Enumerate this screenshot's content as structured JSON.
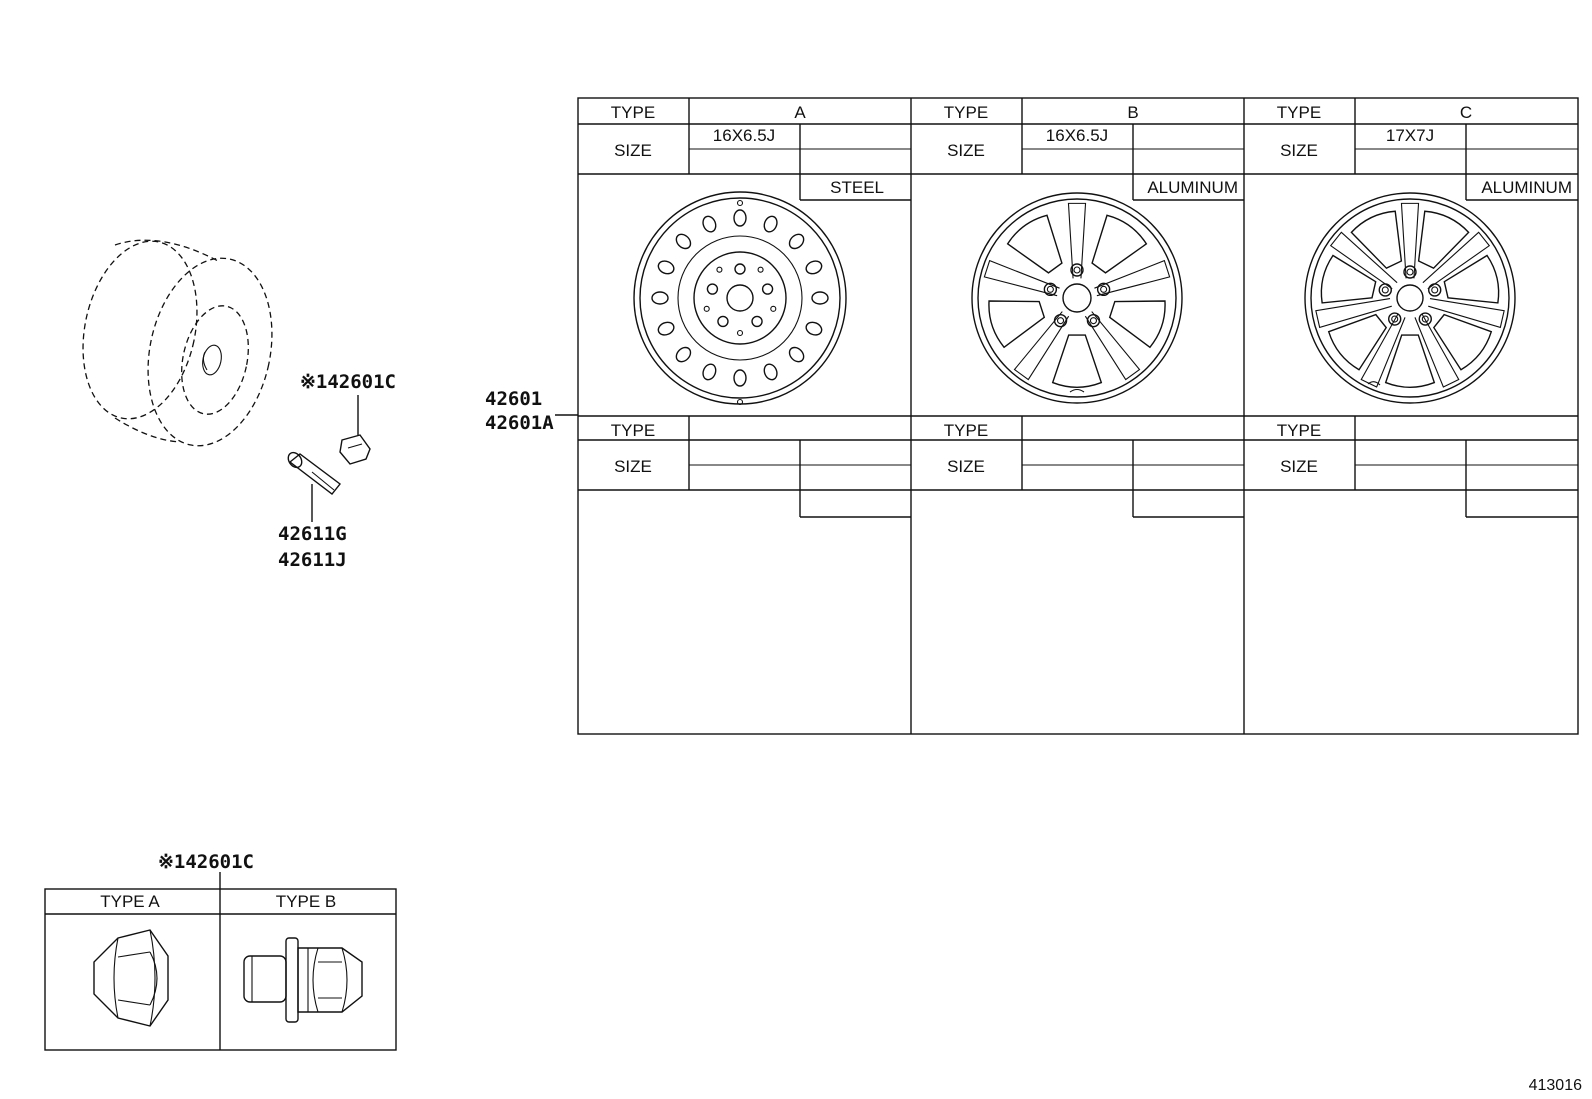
{
  "parts": {
    "cap_ref_1": "※142601C",
    "valve_1": "42611G",
    "valve_2": "42611J",
    "wheel_1": "42601",
    "wheel_2": "42601A",
    "cap_ref_2": "※142601C"
  },
  "wheel_table": {
    "columns": [
      {
        "type_label": "TYPE",
        "type_value": "A",
        "size_label": "SIZE",
        "size_value": "16X6.5J",
        "material": "STEEL",
        "style": "steel"
      },
      {
        "type_label": "TYPE",
        "type_value": "B",
        "size_label": "SIZE",
        "size_value": "16X6.5J",
        "material": "ALUMINUM",
        "style": "alloy5"
      },
      {
        "type_label": "TYPE",
        "type_value": "C",
        "size_label": "SIZE",
        "size_value": "17X7J",
        "material": "ALUMINUM",
        "style": "alloy7"
      }
    ],
    "lower_columns": [
      {
        "type_label": "TYPE",
        "size_label": "SIZE"
      },
      {
        "type_label": "TYPE",
        "size_label": "SIZE"
      },
      {
        "type_label": "TYPE",
        "size_label": "SIZE"
      }
    ]
  },
  "nut_table": {
    "type_a": "TYPE A",
    "type_b": "TYPE B"
  },
  "figure_number": "413016"
}
